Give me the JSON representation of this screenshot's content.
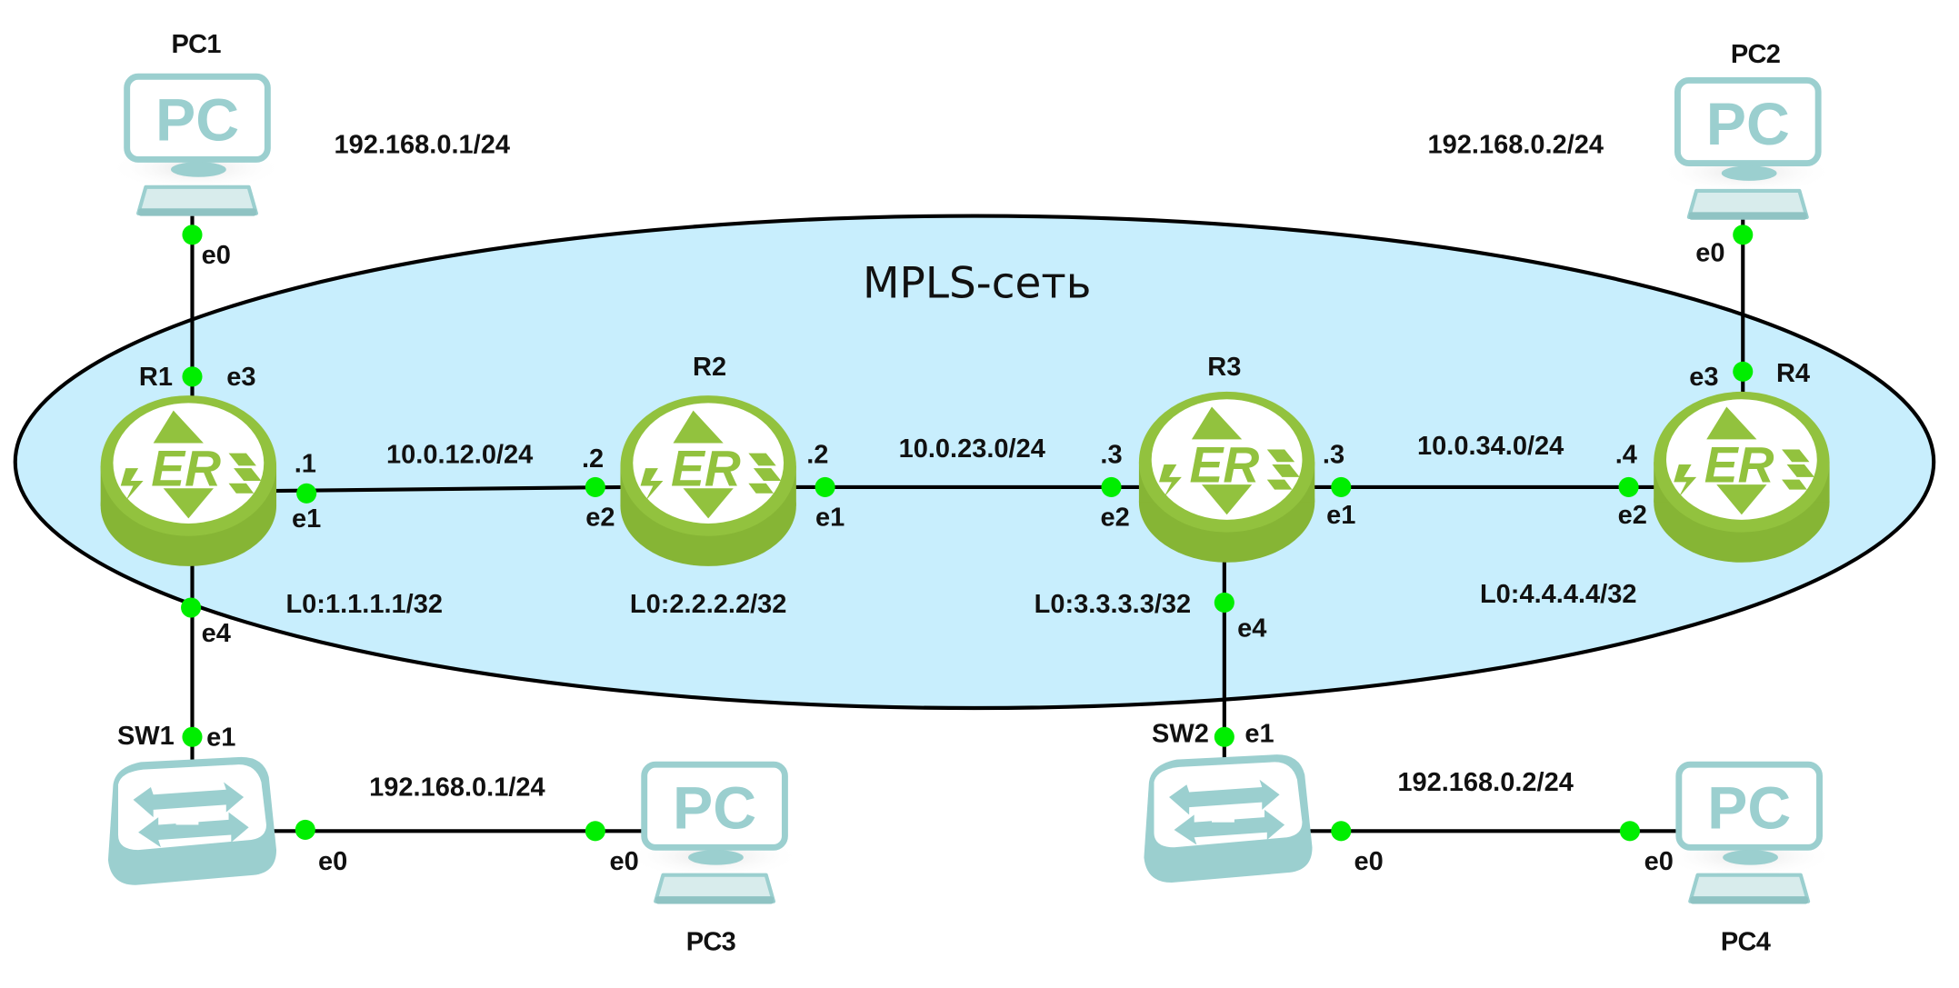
{
  "diagram": {
    "title": "MPLS-сеть",
    "colors": {
      "cloud_fill": "#c8eefd",
      "cloud_stroke": "#000000",
      "router_green": "#92c23e",
      "router_dark": "#86b535",
      "pc_teal": "#9bcfcf",
      "pc_light": "#d8ecec",
      "port_dot": "#00ee00",
      "link": "#000000"
    },
    "nodes": {
      "pc1": {
        "label": "PC1",
        "type": "pc",
        "icon_text": "PC"
      },
      "pc2": {
        "label": "PC2",
        "type": "pc",
        "icon_text": "PC"
      },
      "pc3": {
        "label": "PC3",
        "type": "pc",
        "icon_text": "PC"
      },
      "pc4": {
        "label": "PC4",
        "type": "pc",
        "icon_text": "PC"
      },
      "r1": {
        "label": "R1",
        "type": "router",
        "icon_text": "ER",
        "loopback": "L0:1.1.1.1/32"
      },
      "r2": {
        "label": "R2",
        "type": "router",
        "icon_text": "ER",
        "loopback": "L0:2.2.2.2/32"
      },
      "r3": {
        "label": "R3",
        "type": "router",
        "icon_text": "ER",
        "loopback": "L0:3.3.3.3/32"
      },
      "r4": {
        "label": "R4",
        "type": "router",
        "icon_text": "ER",
        "loopback": "L0:4.4.4.4/32"
      },
      "sw1": {
        "label": "SW1",
        "type": "switch"
      },
      "sw2": {
        "label": "SW2",
        "type": "switch"
      }
    },
    "links": [
      {
        "id": "pc1-r1",
        "a": "pc1",
        "a_if": "e0",
        "b": "r1",
        "b_if": "e3",
        "subnet": "192.168.0.1/24"
      },
      {
        "id": "r1-r2",
        "a": "r1",
        "a_if": "e1",
        "a_host": ".1",
        "b": "r2",
        "b_if": "e2",
        "b_host": ".2",
        "subnet": "10.0.12.0/24"
      },
      {
        "id": "r2-r3",
        "a": "r2",
        "a_if": "e1",
        "a_host": ".2",
        "b": "r3",
        "b_if": "e2",
        "b_host": ".3",
        "subnet": "10.0.23.0/24"
      },
      {
        "id": "r3-r4",
        "a": "r3",
        "a_if": "e1",
        "a_host": ".3",
        "b": "r4",
        "b_if": "e2",
        "b_host": ".4",
        "subnet": "10.0.34.0/24"
      },
      {
        "id": "pc2-r4",
        "a": "pc2",
        "a_if": "e0",
        "b": "r4",
        "b_if": "e3",
        "subnet": "192.168.0.2/24"
      },
      {
        "id": "r1-sw1",
        "a": "r1",
        "a_if": "e4",
        "b": "sw1",
        "b_if": "e1"
      },
      {
        "id": "sw1-pc3",
        "a": "sw1",
        "a_if": "e0",
        "b": "pc3",
        "b_if": "e0",
        "subnet": "192.168.0.1/24"
      },
      {
        "id": "r3-sw2",
        "a": "r3",
        "a_if": "e4",
        "b": "sw2",
        "b_if": "e1"
      },
      {
        "id": "sw2-pc4",
        "a": "sw2",
        "a_if": "e0",
        "b": "pc4",
        "b_if": "e0",
        "subnet": "192.168.0.2/24"
      }
    ]
  }
}
